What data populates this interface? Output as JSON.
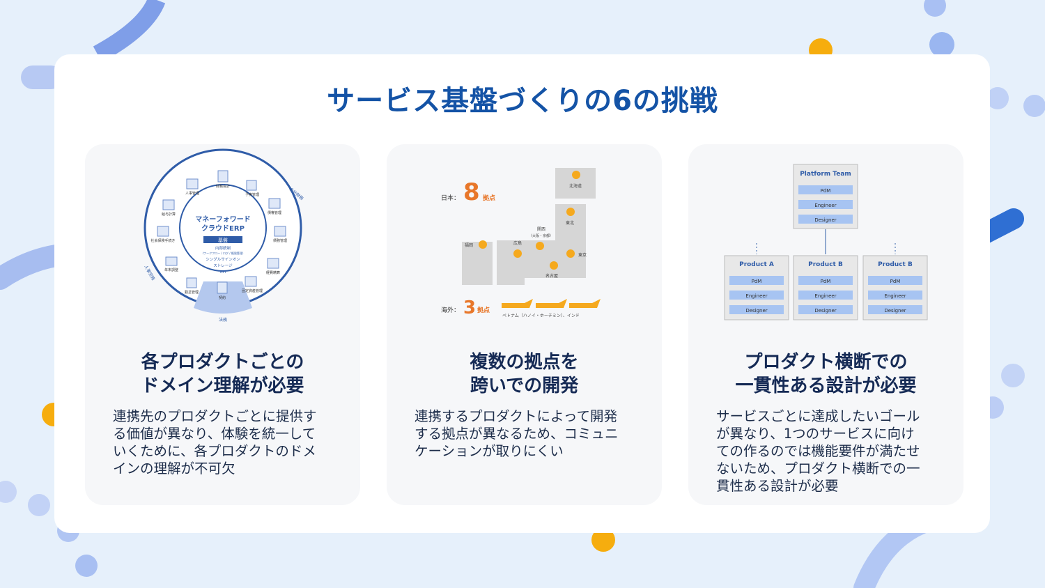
{
  "title": "サービス基盤づくりの6の挑戦",
  "colors": {
    "accent": "#1453a6",
    "orange": "#e8772a",
    "pin": "#f5a91e",
    "blue": "#2f5ca8",
    "lightblue": "#a7c4f2"
  },
  "cards": [
    {
      "heading": [
        "各プロダクトごとの",
        "ドメイン理解が必要"
      ],
      "body": [
        "連携先のプロダクトごとに提供す",
        "る価値が異なり、体験を統一して",
        "いくために、各プロダクトのドメ",
        "インの理解が不可欠"
      ],
      "diagram": {
        "center_title": [
          "マネーフォワード",
          "クラウドERP"
        ],
        "base_label": "基盤",
        "base_items": [
          "内部統制",
          "（ワークフロー / ログ / 権限管理）",
          "シングルサインオン",
          "ストレージ",
          "API"
        ],
        "modules": [
          "財務会計",
          "予実管理",
          "債権管理",
          "債務管理",
          "経費精算",
          "固定資産管理",
          "契約",
          "勤怠管理",
          "年末調整",
          "社会保険手続き",
          "給与計算",
          "人事管理"
        ],
        "ring_labels": [
          "会計財務",
          "人事労務",
          "法務"
        ]
      }
    },
    {
      "heading": [
        "複数の拠点を",
        "跨いでの開発"
      ],
      "body": [
        "連携するプロダクトによって開発",
        "する拠点が異なるため、コミュニ",
        "ケーションが取りにくい"
      ],
      "map": {
        "japan_label": "日本：",
        "japan_count": "8",
        "japan_unit": "拠点",
        "overseas_label": "海外：",
        "overseas_count": "3",
        "overseas_unit": "拠点",
        "overseas_note": "ベトナム（ハノイ・ホーチミン）、インド",
        "cities": [
          "北海道",
          "東北",
          "関西",
          "（大阪・京都）",
          "福岡",
          "広島",
          "東京",
          "名古屋"
        ]
      }
    },
    {
      "heading": [
        "プロダクト横断での",
        "一貫性ある設計が必要"
      ],
      "body": [
        "サービスごとに達成したいゴール",
        "が異なり、1つのサービスに向け",
        "ての作るのでは機能要件が満たせ",
        "ないため、プロダクト横断での一",
        "貫性ある設計が必要"
      ],
      "org": {
        "platform_title": "Platform Team",
        "roles": [
          "PdM",
          "Engineer",
          "Designer"
        ],
        "products": [
          "Product A",
          "Product B",
          "Product B"
        ]
      }
    }
  ]
}
